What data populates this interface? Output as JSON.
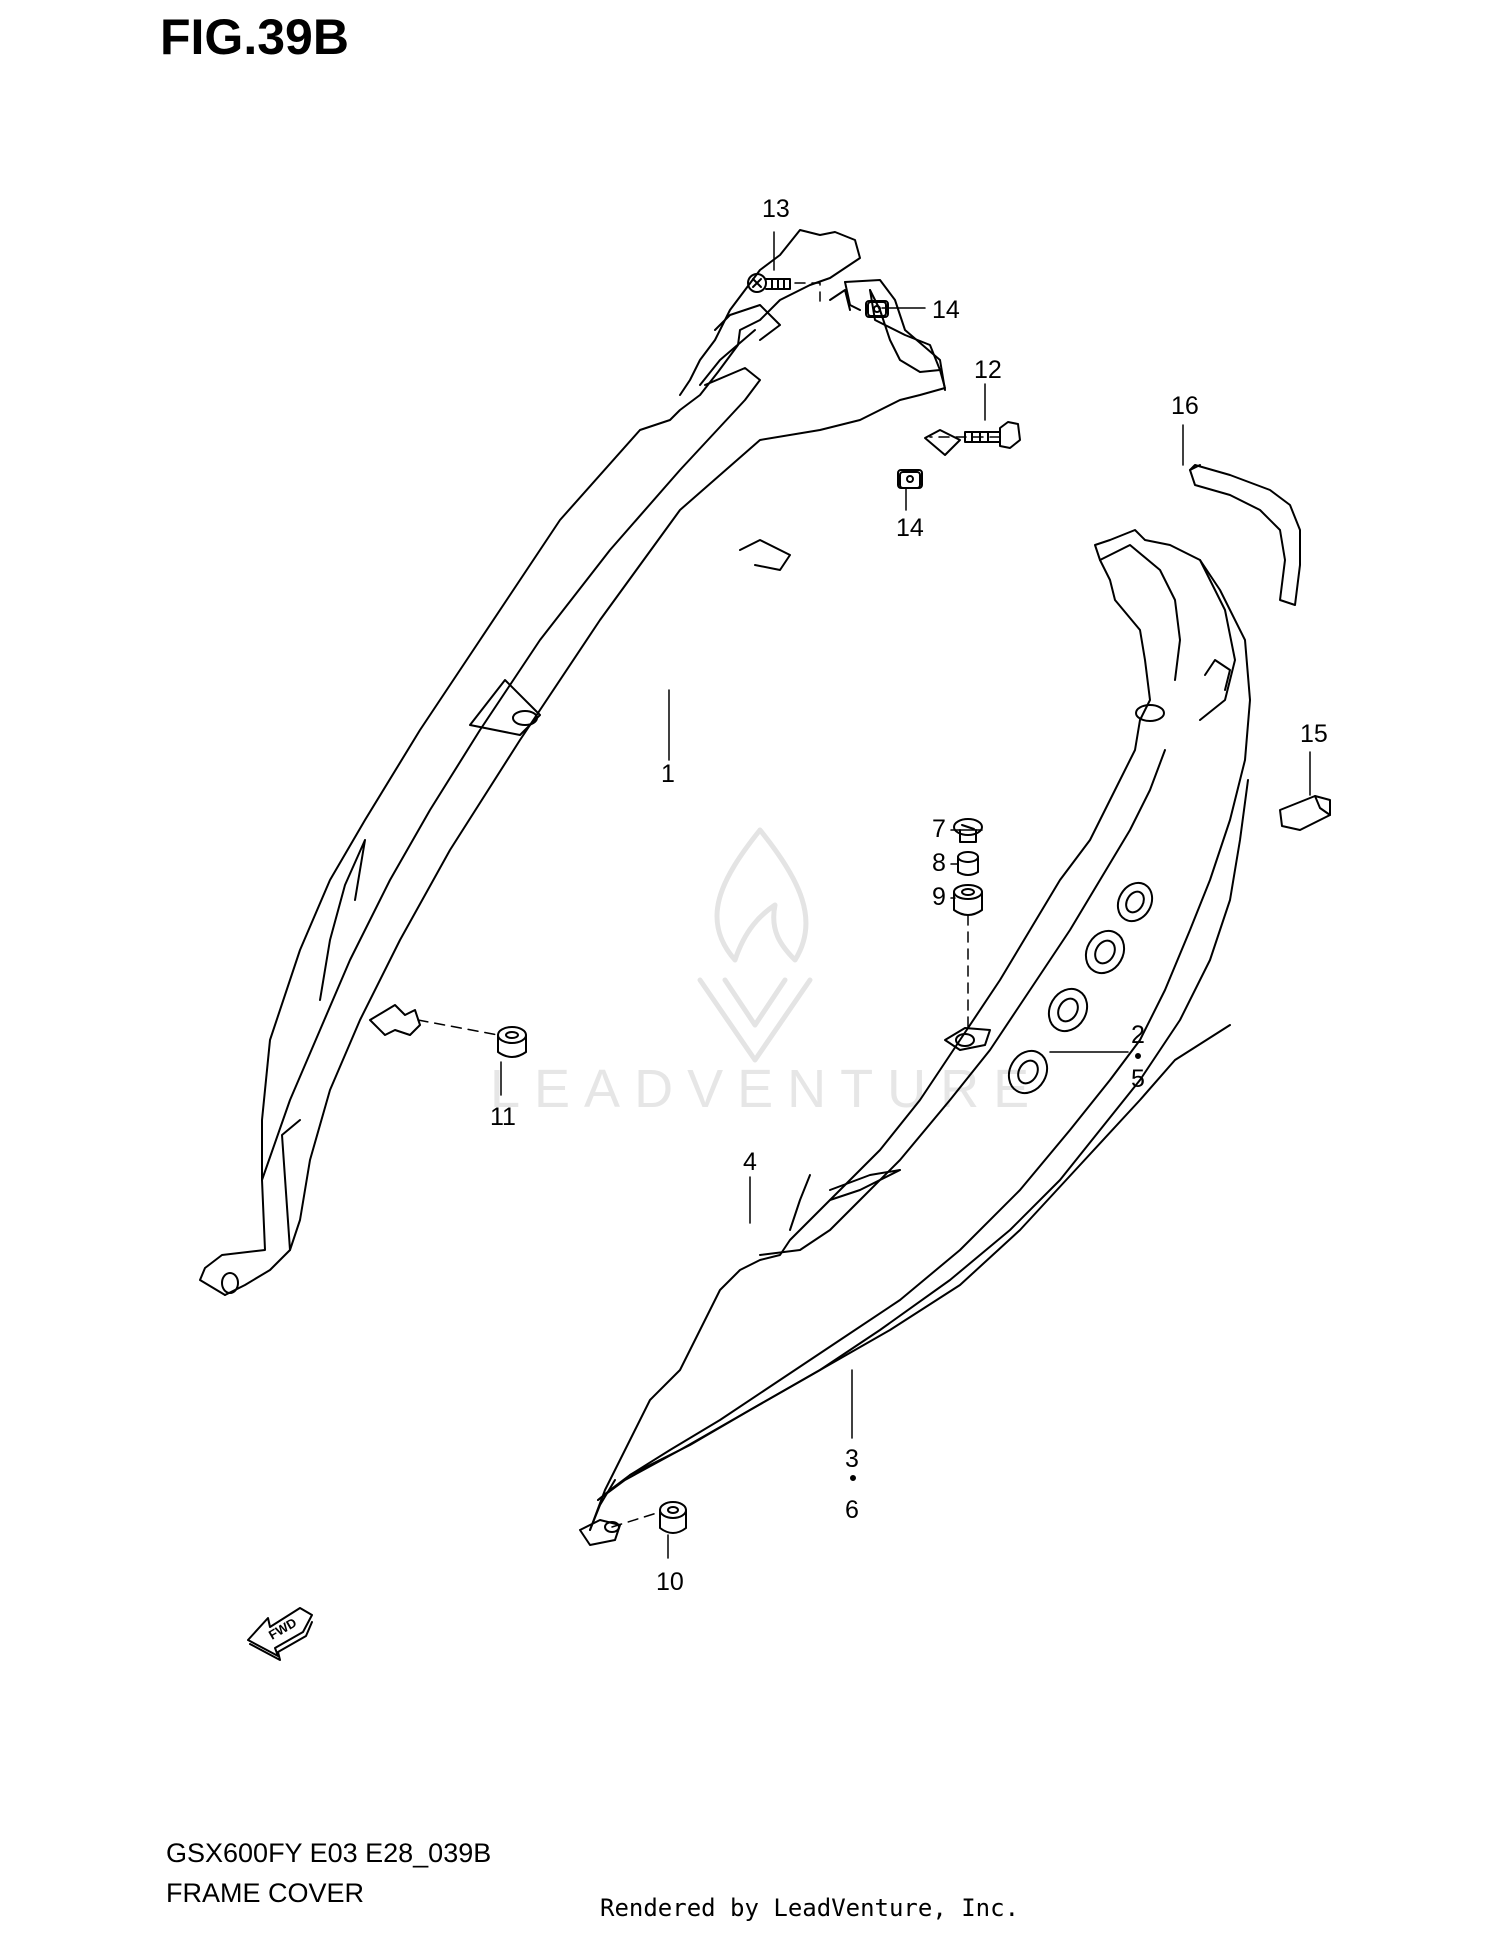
{
  "figure": {
    "title": "FIG.39B"
  },
  "callouts": {
    "c1": "1",
    "c2": "2",
    "c3": "3",
    "c4": "4",
    "c5": "5",
    "c6": "6",
    "c7": "7",
    "c8": "8",
    "c9": "9",
    "c10": "10",
    "c11": "11",
    "c12": "12",
    "c13": "13",
    "c14a": "14",
    "c14b": "14",
    "c15": "15",
    "c16": "16"
  },
  "badge": {
    "fwd": "FWD"
  },
  "logo": {
    "watermark_text": "LEADVENTURE"
  },
  "footer": {
    "model_code": "GSX600FY E03 E28_039B",
    "section_name": "FRAME COVER",
    "credit": "Rendered by LeadVenture, Inc."
  }
}
